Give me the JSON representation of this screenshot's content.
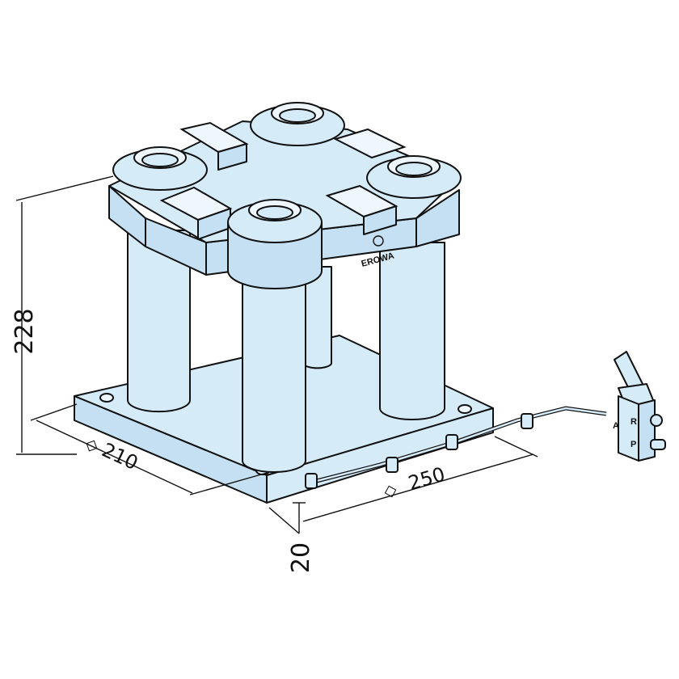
{
  "drawing": {
    "brand_label": "EROWA",
    "fill_color": "#d5ebf8",
    "line_color": "#111111",
    "valve_ports": [
      "R",
      "P",
      "A"
    ]
  },
  "dimensions": {
    "height": "228",
    "depth": "210",
    "width": "250",
    "plate_thickness": "20",
    "square_symbol": "◇"
  }
}
